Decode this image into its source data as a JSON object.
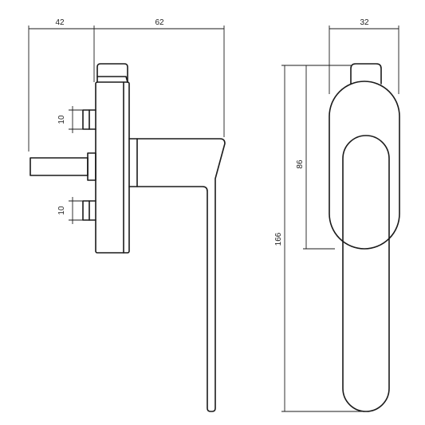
{
  "diagram": {
    "type": "technical drawing",
    "subject": "window handle",
    "line_color": "#1a1a1a",
    "background": "#ffffff"
  },
  "dimensions": {
    "spindle_offset": "42",
    "handle_length": "62",
    "screw_upper": "10",
    "screw_lower": "10",
    "handle_width": "32",
    "rose_height": "86",
    "overall_height": "166"
  }
}
